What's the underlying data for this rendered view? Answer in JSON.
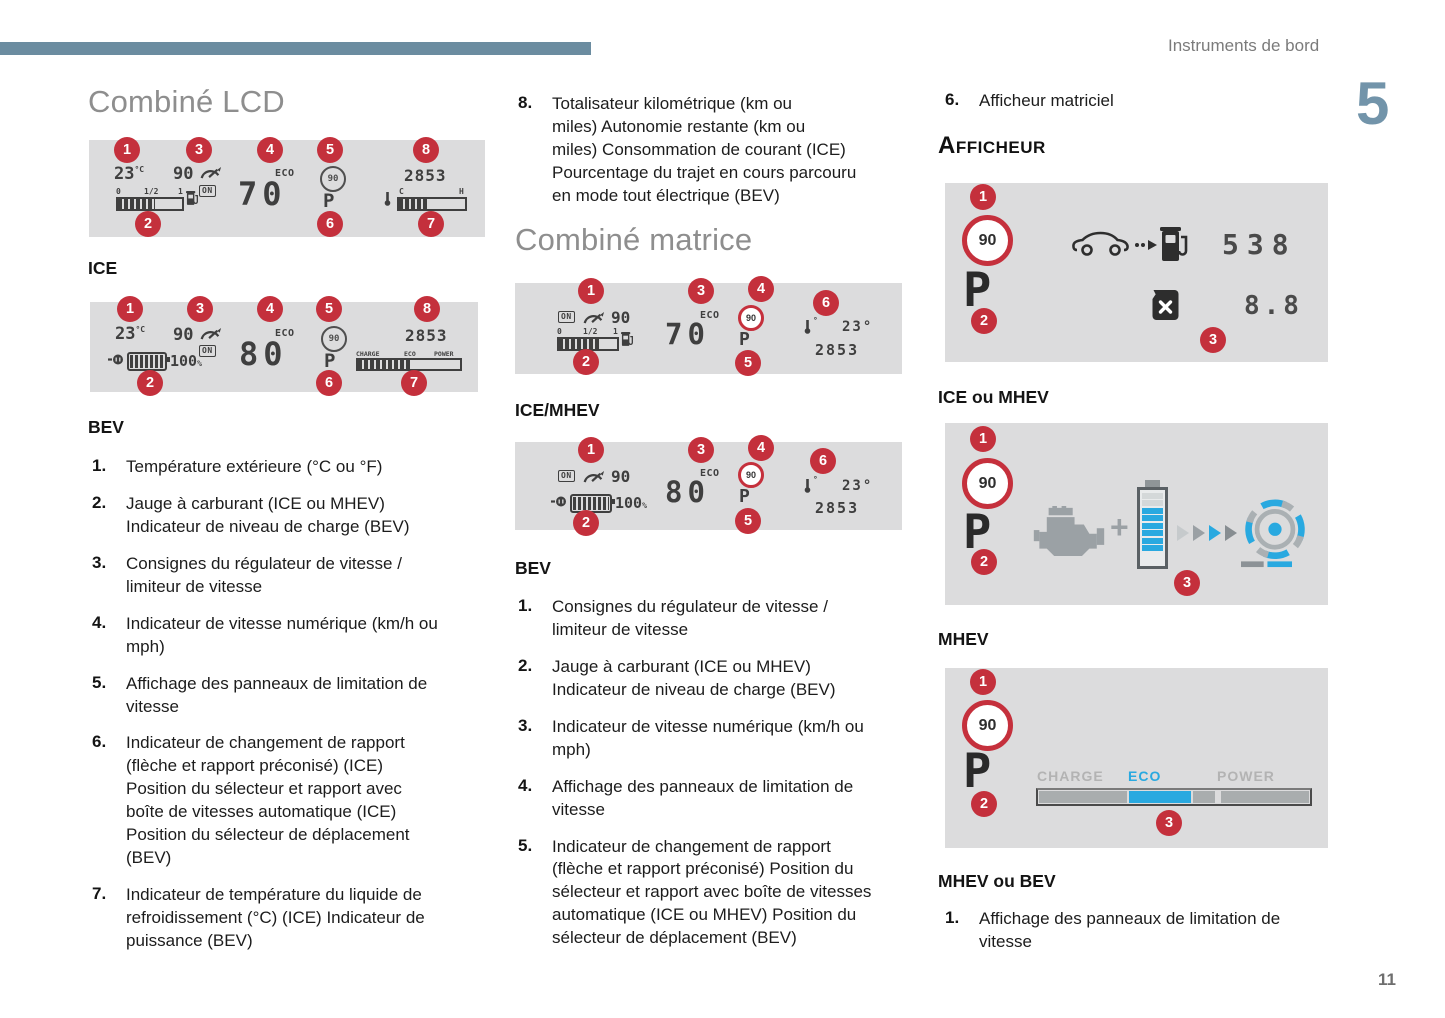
{
  "header": {
    "section_title": "Instruments de bord",
    "chapter_number": "5"
  },
  "page_number": "11",
  "badges": {
    "n1": "1",
    "n2": "2",
    "n3": "3",
    "n4": "4",
    "n5": "5",
    "n6": "6",
    "n7": "7",
    "n8": "8"
  },
  "left": {
    "title": "Combiné LCD",
    "ice_label": "ICE",
    "bev_label": "BEV",
    "items": [
      {
        "num": "1.",
        "text": "Température extérieure (°C ou °F)"
      },
      {
        "num": "2.",
        "text": "Jauge à carburant (ICE ou MHEV)\nIndicateur de niveau de charge (BEV)"
      },
      {
        "num": "3.",
        "text": "Consignes du régulateur de vitesse /\nlimiteur de vitesse"
      },
      {
        "num": "4.",
        "text": "Indicateur de vitesse numérique (km/h ou\nmph)"
      },
      {
        "num": "5.",
        "text": "Affichage des panneaux de limitation de\nvitesse"
      },
      {
        "num": "6.",
        "text": "Indicateur de changement de rapport\n(flèche et rapport préconisé) (ICE)\nPosition du sélecteur et rapport avec\nboîte de vitesses automatique (ICE)\nPosition du sélecteur de déplacement\n(BEV)"
      },
      {
        "num": "7.",
        "text": "Indicateur de température du liquide de\nrefroidissement (°C) (ICE) Indicateur de\npuissance (BEV)"
      }
    ]
  },
  "middle": {
    "item8": {
      "num": "8.",
      "text": "Totalisateur kilométrique (km ou\nmiles) Autonomie restante (km ou\nmiles) Consommation de courant (ICE)\nPourcentage du trajet en cours parcouru\nen mode tout électrique (BEV)"
    },
    "title": "Combiné matrice",
    "ice_label": "ICE/MHEV",
    "bev_label": "BEV",
    "items": [
      {
        "num": "1.",
        "text": "Consignes du régulateur de vitesse /\nlimiteur de vitesse"
      },
      {
        "num": "2.",
        "text": "Jauge à carburant (ICE ou MHEV)\nIndicateur de niveau de charge (BEV)"
      },
      {
        "num": "3.",
        "text": "Indicateur de vitesse numérique (km/h ou\nmph)"
      },
      {
        "num": "4.",
        "text": "Affichage des panneaux de limitation de\nvitesse"
      },
      {
        "num": "5.",
        "text": "Indicateur de changement de rapport\n(flèche et rapport préconisé) Position du\nsélecteur et rapport avec boîte de vitesses\nautomatique (ICE ou MHEV) Position du\nsélecteur de déplacement (BEV)"
      }
    ]
  },
  "right": {
    "item6": {
      "num": "6.",
      "text": "Afficheur matriciel"
    },
    "title": "Afficheur",
    "labels": {
      "d1": "ICE ou MHEV",
      "d2": "MHEV",
      "d3": "MHEV ou BEV"
    },
    "item1": {
      "num": "1.",
      "text": "Affichage des panneaux de limitation de\nvitesse"
    }
  },
  "displays": {
    "lcd_ice": {
      "temp": "23",
      "temp_unit": "°C",
      "cruise_set": "90",
      "on": "ON",
      "fuel_min": "0",
      "fuel_mid": "1/2",
      "fuel_max": "1",
      "eco": "ECO",
      "speed": "70",
      "sign": "90",
      "gear": "P",
      "odometer": "2853",
      "coolant_min": "C",
      "coolant_max": "H"
    },
    "lcd_bev": {
      "temp": "23",
      "temp_unit": "°C",
      "cruise_set": "90",
      "on": "ON",
      "charge_pct": "100",
      "pct_unit": "%",
      "eco": "ECO",
      "speed": "80",
      "sign": "90",
      "gear": "P",
      "odometer": "2853",
      "charge": "CHARGE",
      "eco_zone": "ECO",
      "power": "POWER"
    },
    "matrix_ice": {
      "on": "ON",
      "cruise_set": "90",
      "fuel_min": "0",
      "fuel_mid": "1/2",
      "fuel_max": "1",
      "eco": "ECO",
      "speed": "70",
      "sign": "90",
      "gear": "P",
      "deg": "°",
      "temp": "23°",
      "odometer": "2853"
    },
    "matrix_bev": {
      "on": "ON",
      "cruise_set": "90",
      "charge_pct": "100",
      "pct_unit": "%",
      "eco": "ECO",
      "speed": "80",
      "sign": "90",
      "gear": "P",
      "deg": "°",
      "temp": "23°",
      "odometer": "2853"
    },
    "aff_ice": {
      "sign": "90",
      "gear": "P",
      "range": "538",
      "consumption": "8.8"
    },
    "aff_mhev": {
      "sign": "90",
      "gear": "P"
    },
    "aff_bev": {
      "sign": "90",
      "gear": "P",
      "charge": "CHARGE",
      "eco": "ECO",
      "power": "POWER"
    }
  },
  "colors": {
    "accent_red": "#c4303c",
    "accent_blue": "#29a9e0",
    "chapter_blue": "#7294aa",
    "display_bg": "#dcdcdd"
  }
}
